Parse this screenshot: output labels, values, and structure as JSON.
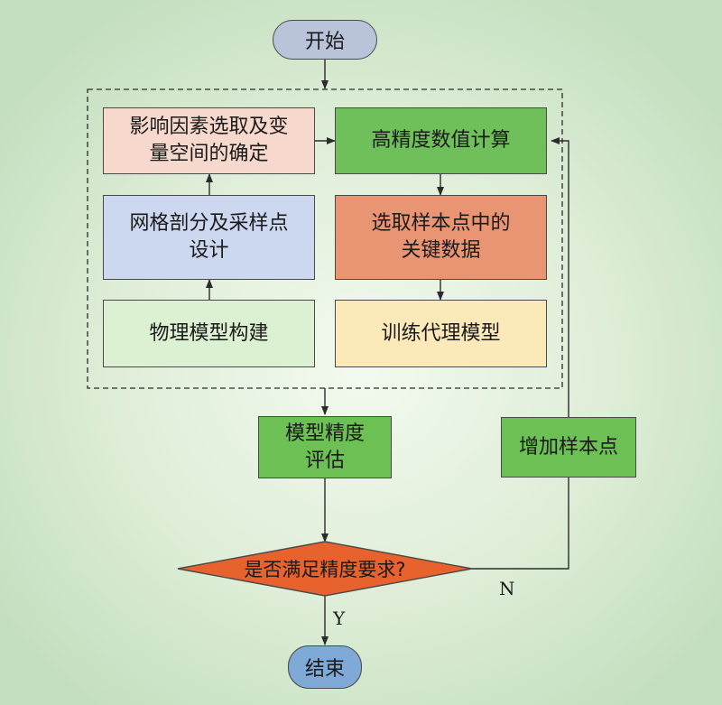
{
  "start": "开始",
  "end": "结束",
  "nodes": {
    "influence": "影响因素选取及变\n量空间的确定",
    "mesh": "网格剖分及采样点\n设计",
    "physical": "物理模型构建",
    "hifi": "高精度数值计算",
    "keydata": "选取样本点中的\n关键数据",
    "train": "训练代理模型",
    "evaluate": "模型精度\n评估",
    "add_samples": "增加样本点",
    "decision": "是否满足精度要求?"
  },
  "edge_labels": {
    "yes": "Y",
    "no": "N"
  },
  "colors": {
    "pill": "#b9c3da",
    "end_pill": "#7fa9d6",
    "influence": "#f7d8cc",
    "mesh": "#ccd8ef",
    "physical": "#dcf0d2",
    "hifi": "#6fbf5b",
    "keydata": "#e99473",
    "train": "#fbe9b9",
    "evaluate": "#6cc054",
    "add_samples": "#6cc054",
    "decision": "#e8622e",
    "line": "#2b2b2b"
  }
}
